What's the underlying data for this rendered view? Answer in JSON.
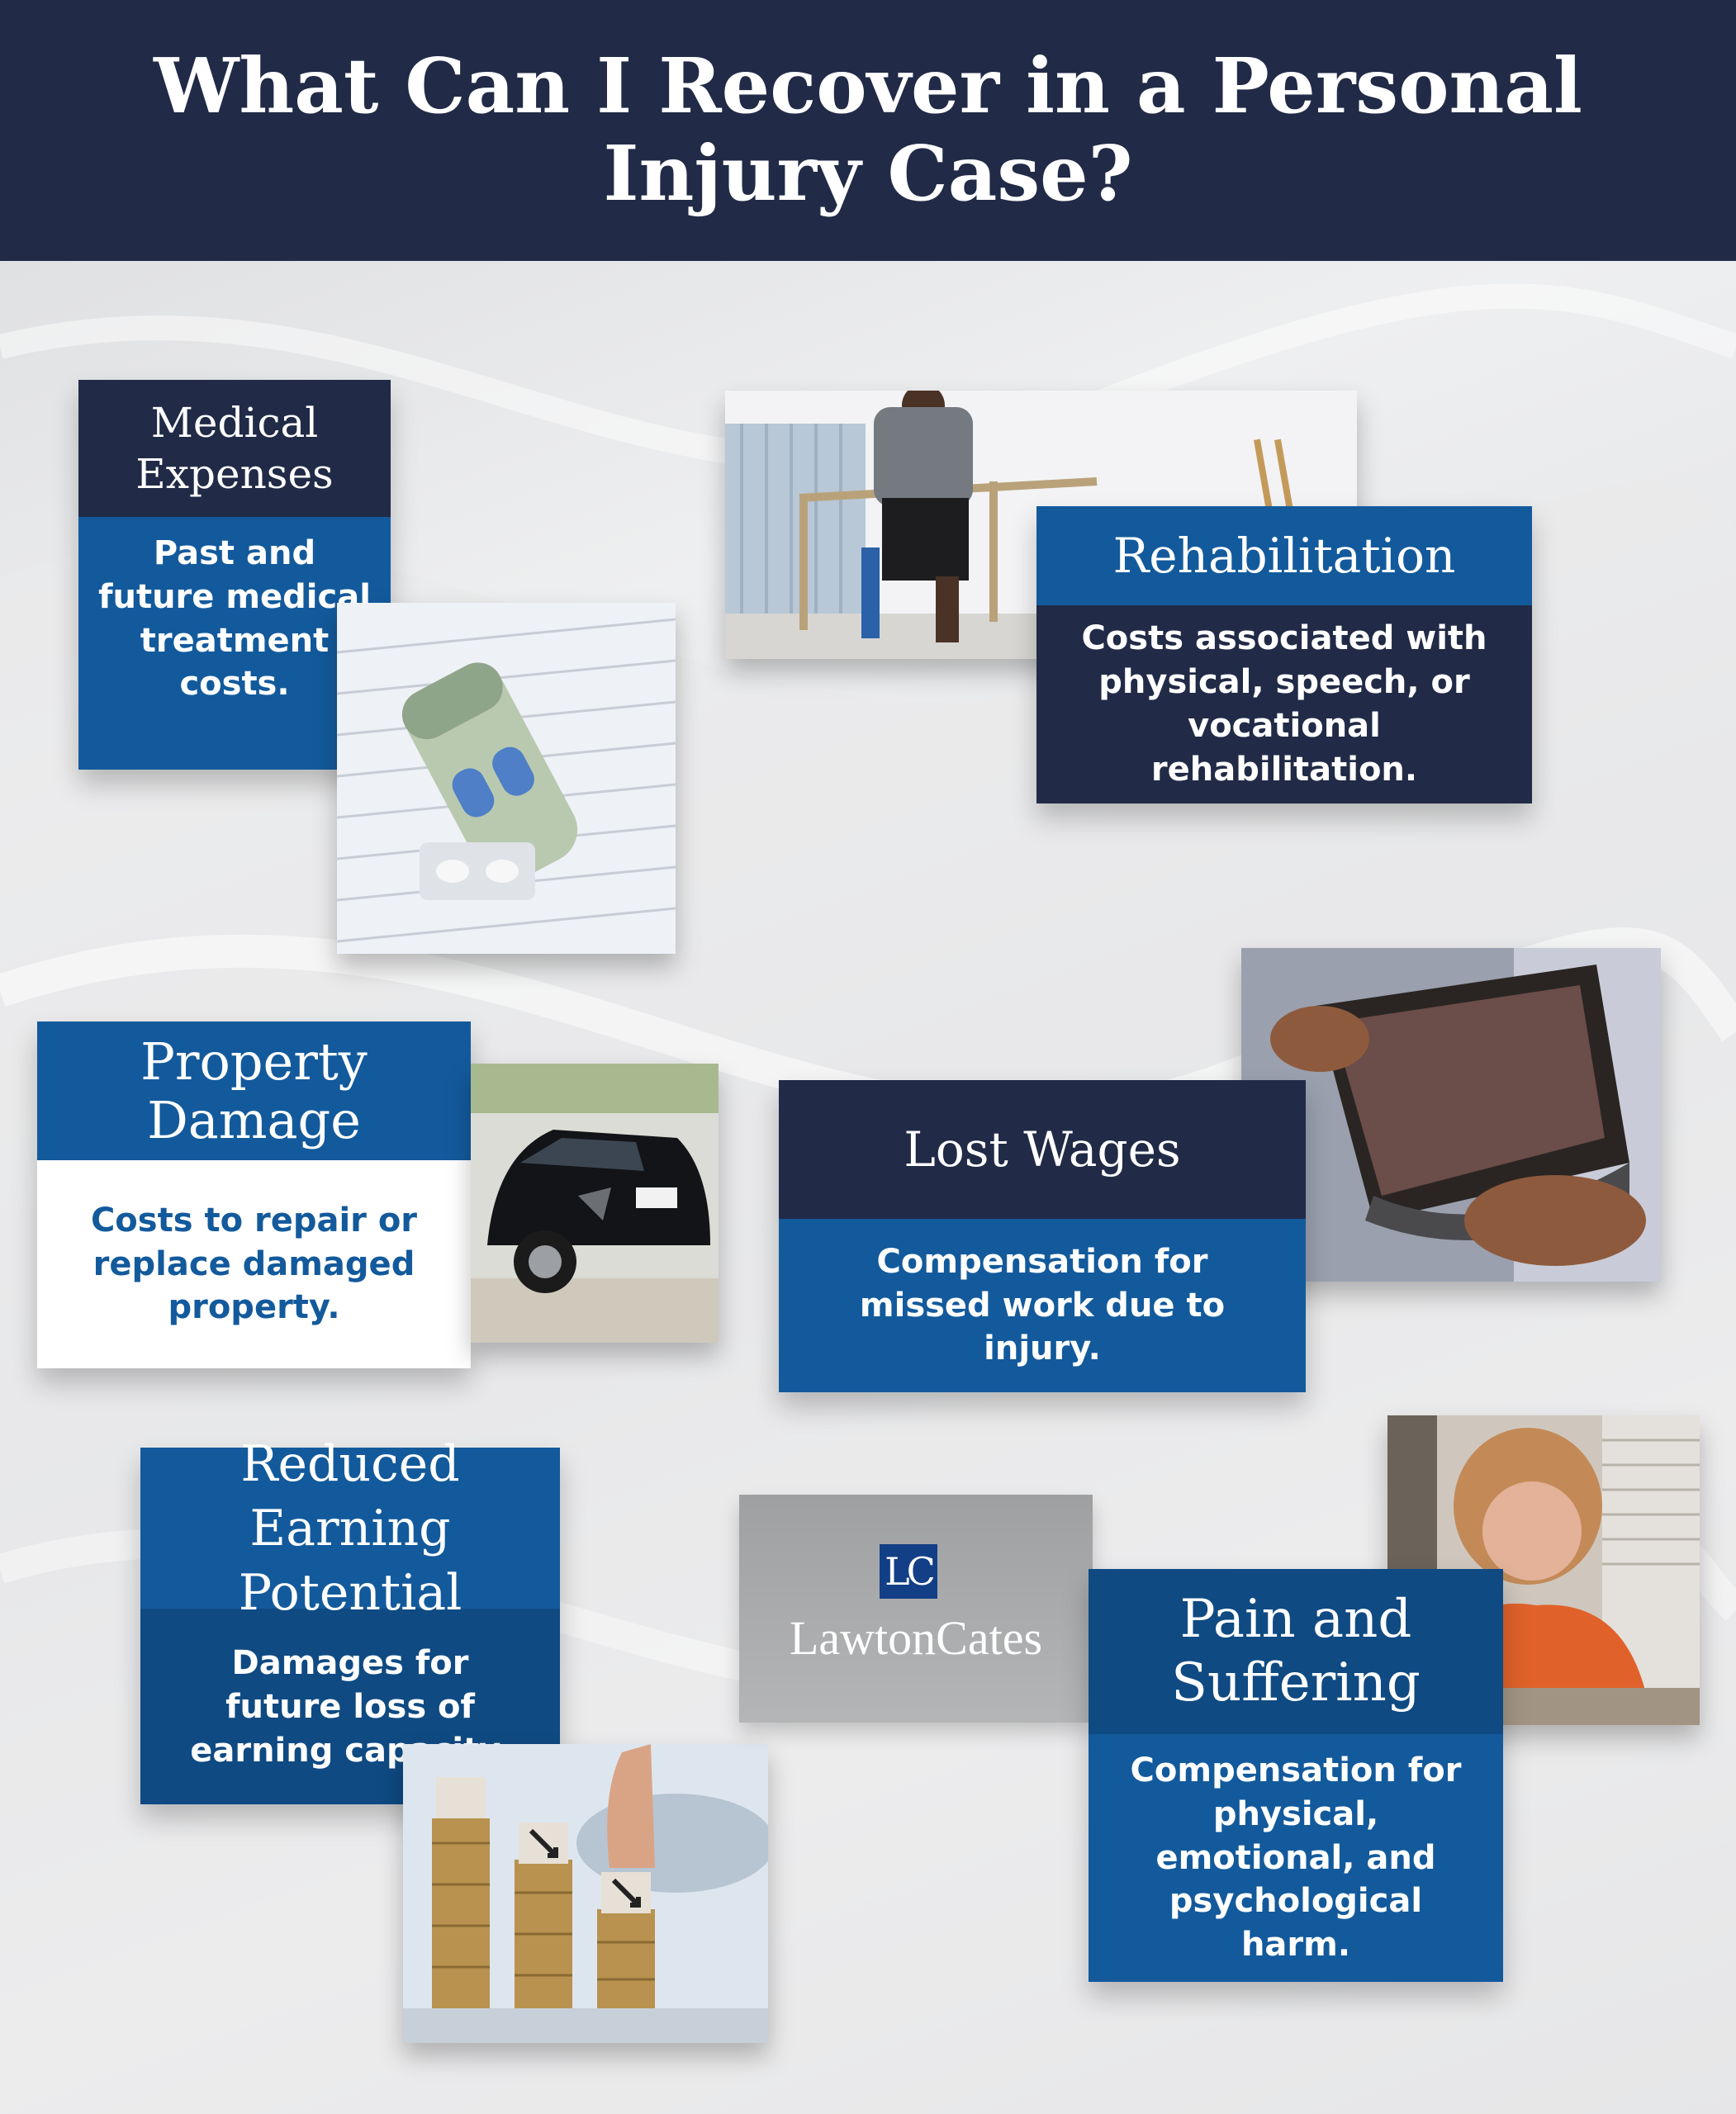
{
  "header": {
    "title": "What Can I Recover in a Personal Injury Case?"
  },
  "colors": {
    "navy": "#212b47",
    "blue": "#135a9c",
    "white": "#ffffff"
  },
  "cards": {
    "medical": {
      "title": "Medical Expenses",
      "body": "Past and future medical treatment costs.",
      "image": "money-and-pills-photo"
    },
    "rehabilitation": {
      "title": "Rehabilitation",
      "body": "Costs associated with physical, speech, or vocational rehabilitation.",
      "image": "physical-therapy-photo"
    },
    "property": {
      "title": "Property Damage",
      "body": "Costs to repair or replace damaged property.",
      "image": "damaged-car-photo"
    },
    "wages": {
      "title": "Lost Wages",
      "body": "Compensation for missed work due to injury.",
      "image": "empty-wallet-photo"
    },
    "earning": {
      "title": "Reduced Earning Potential",
      "body": "Damages for future loss of earning capacity.",
      "image": "coin-stacks-photo"
    },
    "pain": {
      "title": "Pain and Suffering",
      "body": "Compensation for physical, emotional, and psychological harm.",
      "image": "distressed-woman-photo"
    }
  },
  "logo": {
    "mark": "LC",
    "name": "LawtonCates"
  }
}
